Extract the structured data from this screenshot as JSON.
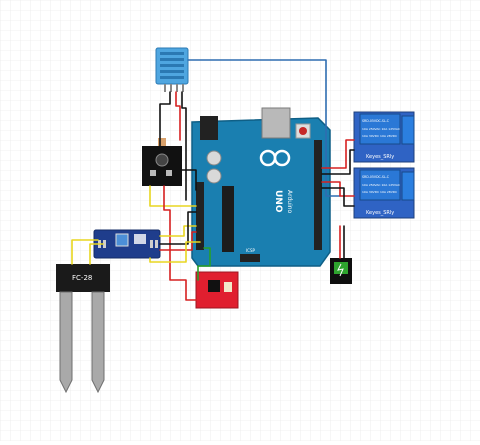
{
  "diagram": {
    "background_color": "#ffffff",
    "grid_color": "#e3e3e3",
    "arduino": {
      "board_label": "UNO",
      "brand_label": "Arduino",
      "icsp_label": "ICSP",
      "board_color": "#1a7fb0"
    },
    "relay_module": {
      "label": "Keyes_SRly",
      "cube_label": "SRD-05VDC-SL-C",
      "cube_text_1": "10A 250VAC 10A 125VAC",
      "cube_text_2": "10A 30VDC 10A 28VDC",
      "board_color": "#2f63c4"
    },
    "moisture_probe": {
      "label": "FC-28"
    },
    "wire_colors": {
      "power": "#d62020",
      "ground": "#111111",
      "signal_yellow": "#e8d620",
      "signal_blue": "#2f6db0",
      "signal_green": "#28a028"
    }
  }
}
